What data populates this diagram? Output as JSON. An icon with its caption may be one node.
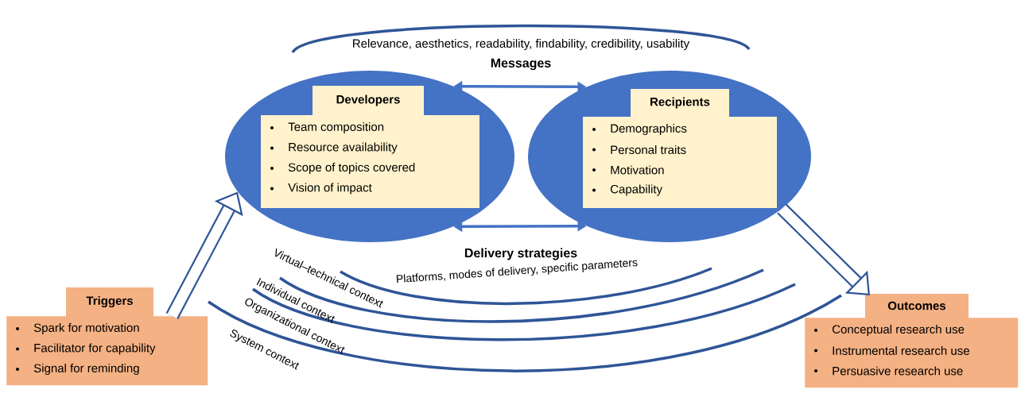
{
  "diagram": {
    "nodes": [
      {
        "text": [
          "Developers",
          "Team composition",
          "Resource availability",
          "Scope of topics covered",
          "Vision of impact"
        ]
      },
      {
        "text": [
          "Recipients",
          "Demographics",
          "Personal traits",
          "Motivation",
          "Capability"
        ]
      },
      {
        "text": [
          "Triggers",
          "Spark for motivation",
          "Facilitator for capability",
          "Signal for reminding"
        ]
      },
      {
        "text": [
          "Outcomes",
          "Conceptual research use",
          "Instrumental research use",
          "Persuasive research use"
        ]
      }
    ],
    "edges": [
      {
        "from": 0,
        "to": 1,
        "arrow": "both"
      },
      {
        "from": 0,
        "to": 1,
        "arrow": "both"
      },
      {
        "from": 2,
        "to": 0,
        "arrow": "to",
        "style": "thick"
      },
      {
        "from": 1,
        "to": 3,
        "arrow": "to",
        "style": "thick"
      }
    ],
    "labels": [
      "Relevance, aesthetics, readability, findability, credibility, usability",
      "Messages",
      "Delivery strategies",
      "Platforms, modes of delivery, specific parameters",
      "Virtual–technical context",
      "Individual context",
      "Organizational context",
      "System context"
    ]
  }
}
